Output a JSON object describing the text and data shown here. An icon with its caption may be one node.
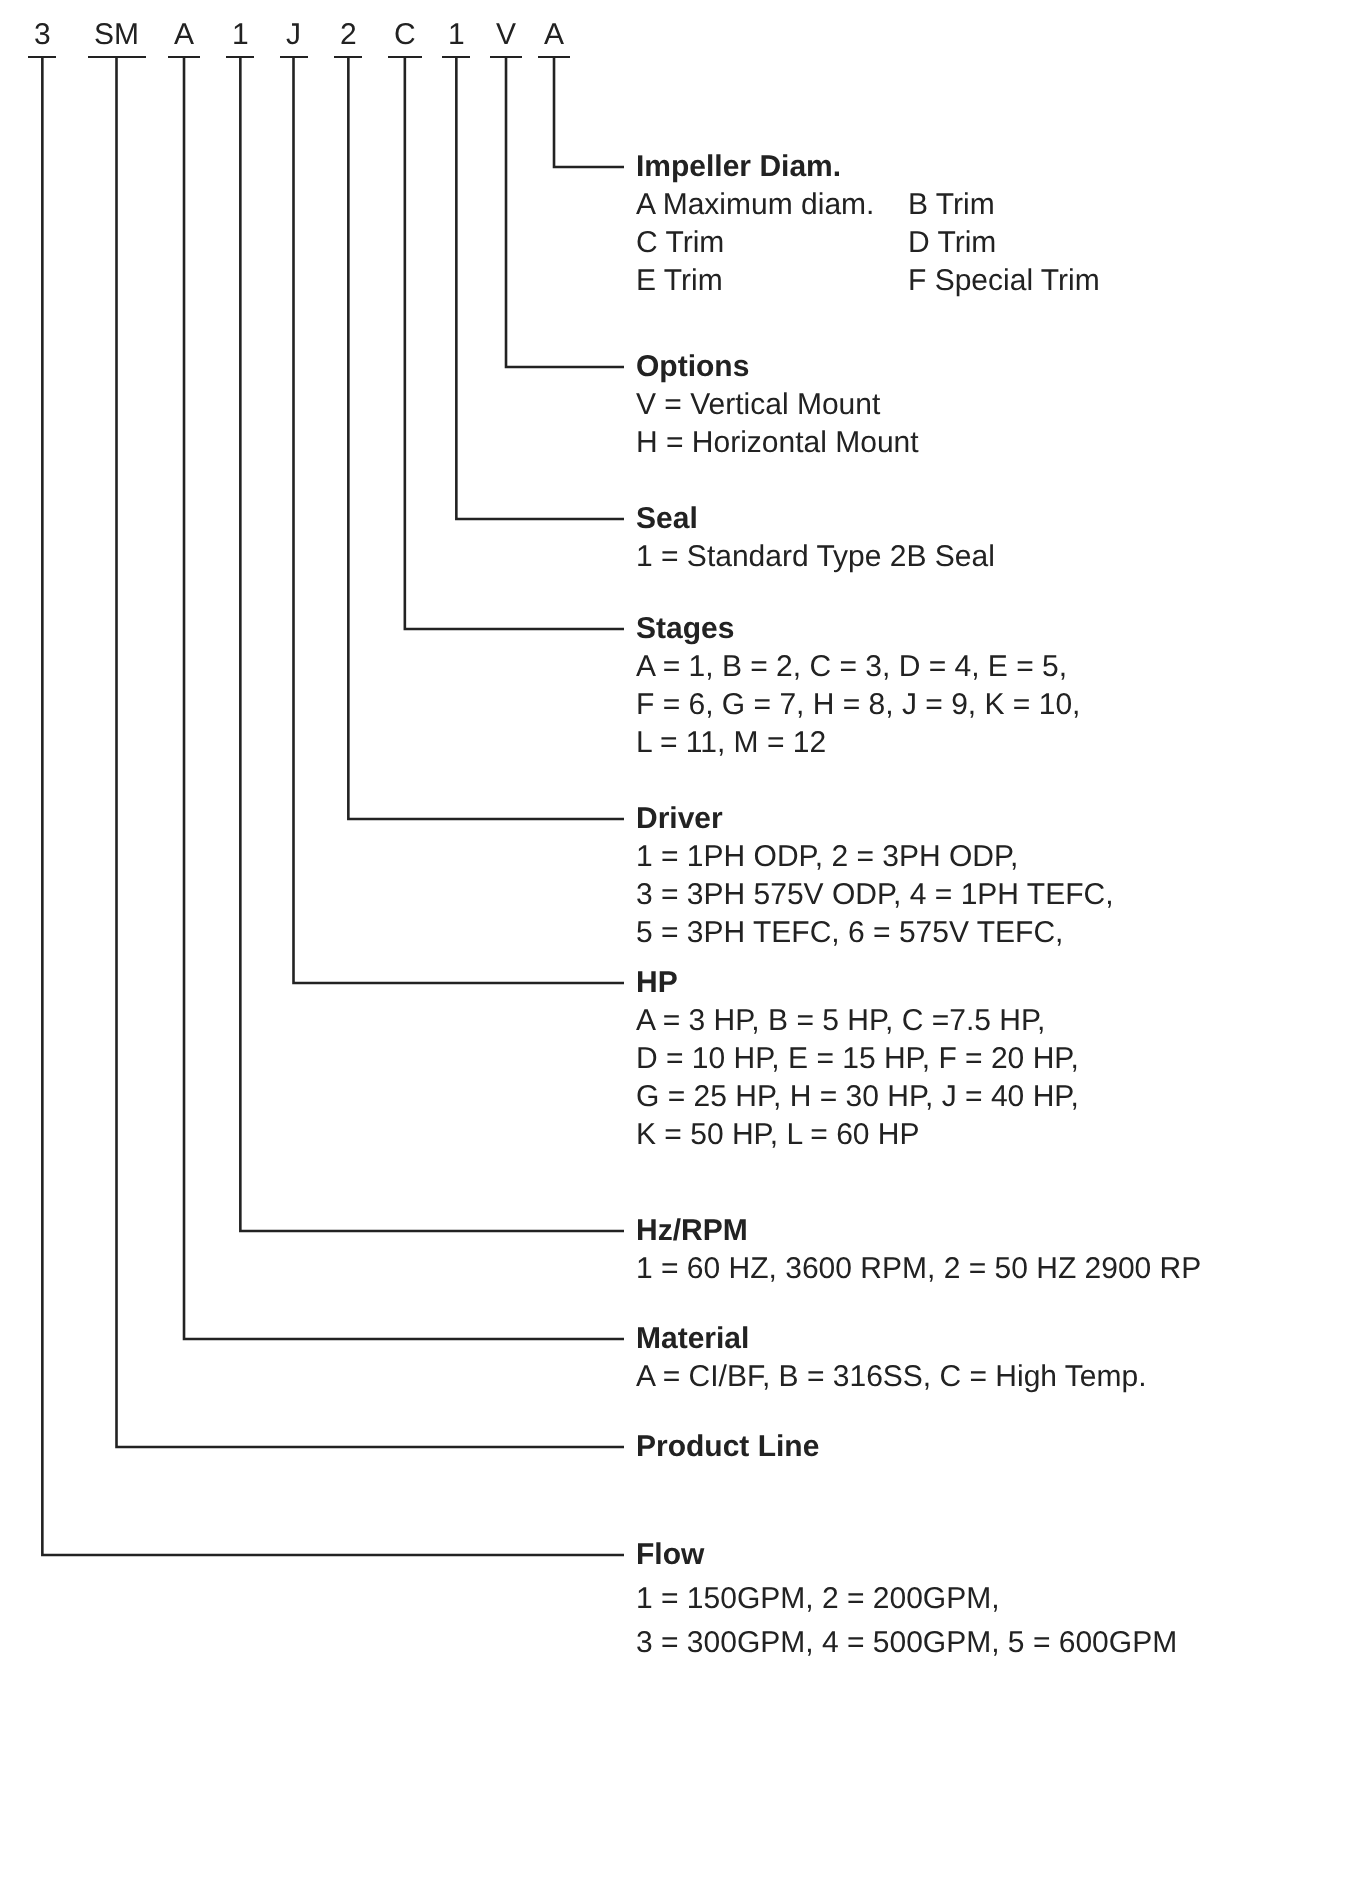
{
  "diagram": {
    "nodes": [
      {
        "text": [
          "3"
        ]
      },
      {
        "text": [
          "SM"
        ]
      },
      {
        "text": [
          "A"
        ]
      },
      {
        "text": [
          "1"
        ]
      },
      {
        "text": [
          "J"
        ]
      },
      {
        "text": [
          "2"
        ]
      },
      {
        "text": [
          "C"
        ]
      },
      {
        "text": [
          "1"
        ]
      },
      {
        "text": [
          "V"
        ]
      },
      {
        "text": [
          "A"
        ]
      },
      {
        "text": [
          "Impeller Diam.",
          "A Maximum diam.",
          "B Trim",
          "C Trim",
          "D Trim",
          "E Trim",
          "F Special Trim"
        ]
      },
      {
        "text": [
          "Options",
          "V = Vertical Mount",
          "H = Horizontal Mount"
        ]
      },
      {
        "text": [
          "Seal",
          "1 = Standard Type 2B Seal"
        ]
      },
      {
        "text": [
          "Stages",
          "A = 1, B = 2, C = 3, D = 4, E = 5,",
          "F = 6, G = 7, H = 8, J = 9, K = 10,",
          "L = 11, M = 12"
        ]
      },
      {
        "text": [
          "Driver",
          "1 = 1PH ODP, 2 = 3PH ODP,",
          "3 = 3PH 575V ODP, 4 = 1PH TEFC,",
          "5 = 3PH TEFC, 6 = 575V TEFC,"
        ]
      },
      {
        "text": [
          "HP",
          "A = 3 HP, B = 5 HP, C =7.5 HP,",
          "D = 10 HP, E = 15 HP, F = 20 HP,",
          "G = 25 HP, H = 30 HP, J = 40 HP,",
          "K = 50 HP, L = 60 HP"
        ]
      },
      {
        "text": [
          "Hz/RPM",
          "1 = 60 HZ, 3600 RPM, 2 = 50 HZ 2900 RP"
        ]
      },
      {
        "text": [
          "Material",
          "A = CI/BF, B = 316SS, C = High Temp."
        ]
      },
      {
        "text": [
          "Product Line"
        ]
      },
      {
        "text": [
          "Flow",
          "1 = 150GPM, 2 = 200GPM,",
          "3 = 300GPM, 4 = 500GPM, 5 = 600GPM"
        ]
      }
    ],
    "edges": [
      {
        "from": 9,
        "to": 10,
        "arrow": "none"
      },
      {
        "from": 8,
        "to": 11,
        "arrow": "none"
      },
      {
        "from": 7,
        "to": 12,
        "arrow": "none"
      },
      {
        "from": 6,
        "to": 13,
        "arrow": "none"
      },
      {
        "from": 5,
        "to": 14,
        "arrow": "none"
      },
      {
        "from": 4,
        "to": 15,
        "arrow": "none"
      },
      {
        "from": 3,
        "to": 16,
        "arrow": "none"
      },
      {
        "from": 2,
        "to": 17,
        "arrow": "none"
      },
      {
        "from": 1,
        "to": 18,
        "arrow": "none"
      },
      {
        "from": 0,
        "to": 19,
        "arrow": "none"
      }
    ]
  }
}
